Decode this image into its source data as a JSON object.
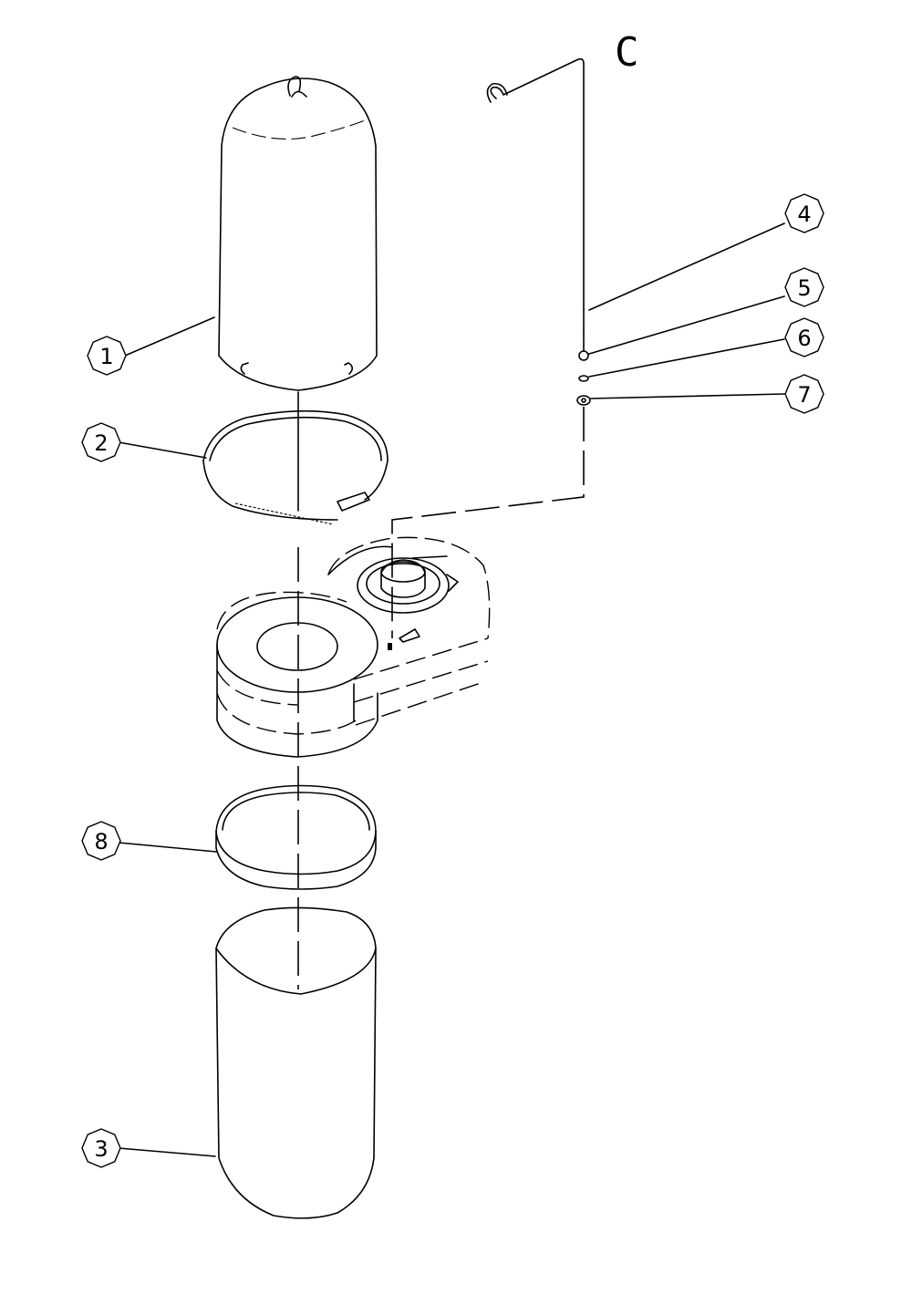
{
  "corner_mark": "C",
  "callouts": [
    {
      "id": "1",
      "label": "1"
    },
    {
      "id": "2",
      "label": "2"
    },
    {
      "id": "3",
      "label": "3"
    },
    {
      "id": "4",
      "label": "4"
    },
    {
      "id": "5",
      "label": "5"
    },
    {
      "id": "6",
      "label": "6"
    },
    {
      "id": "7",
      "label": "7"
    },
    {
      "id": "8",
      "label": "8"
    }
  ]
}
